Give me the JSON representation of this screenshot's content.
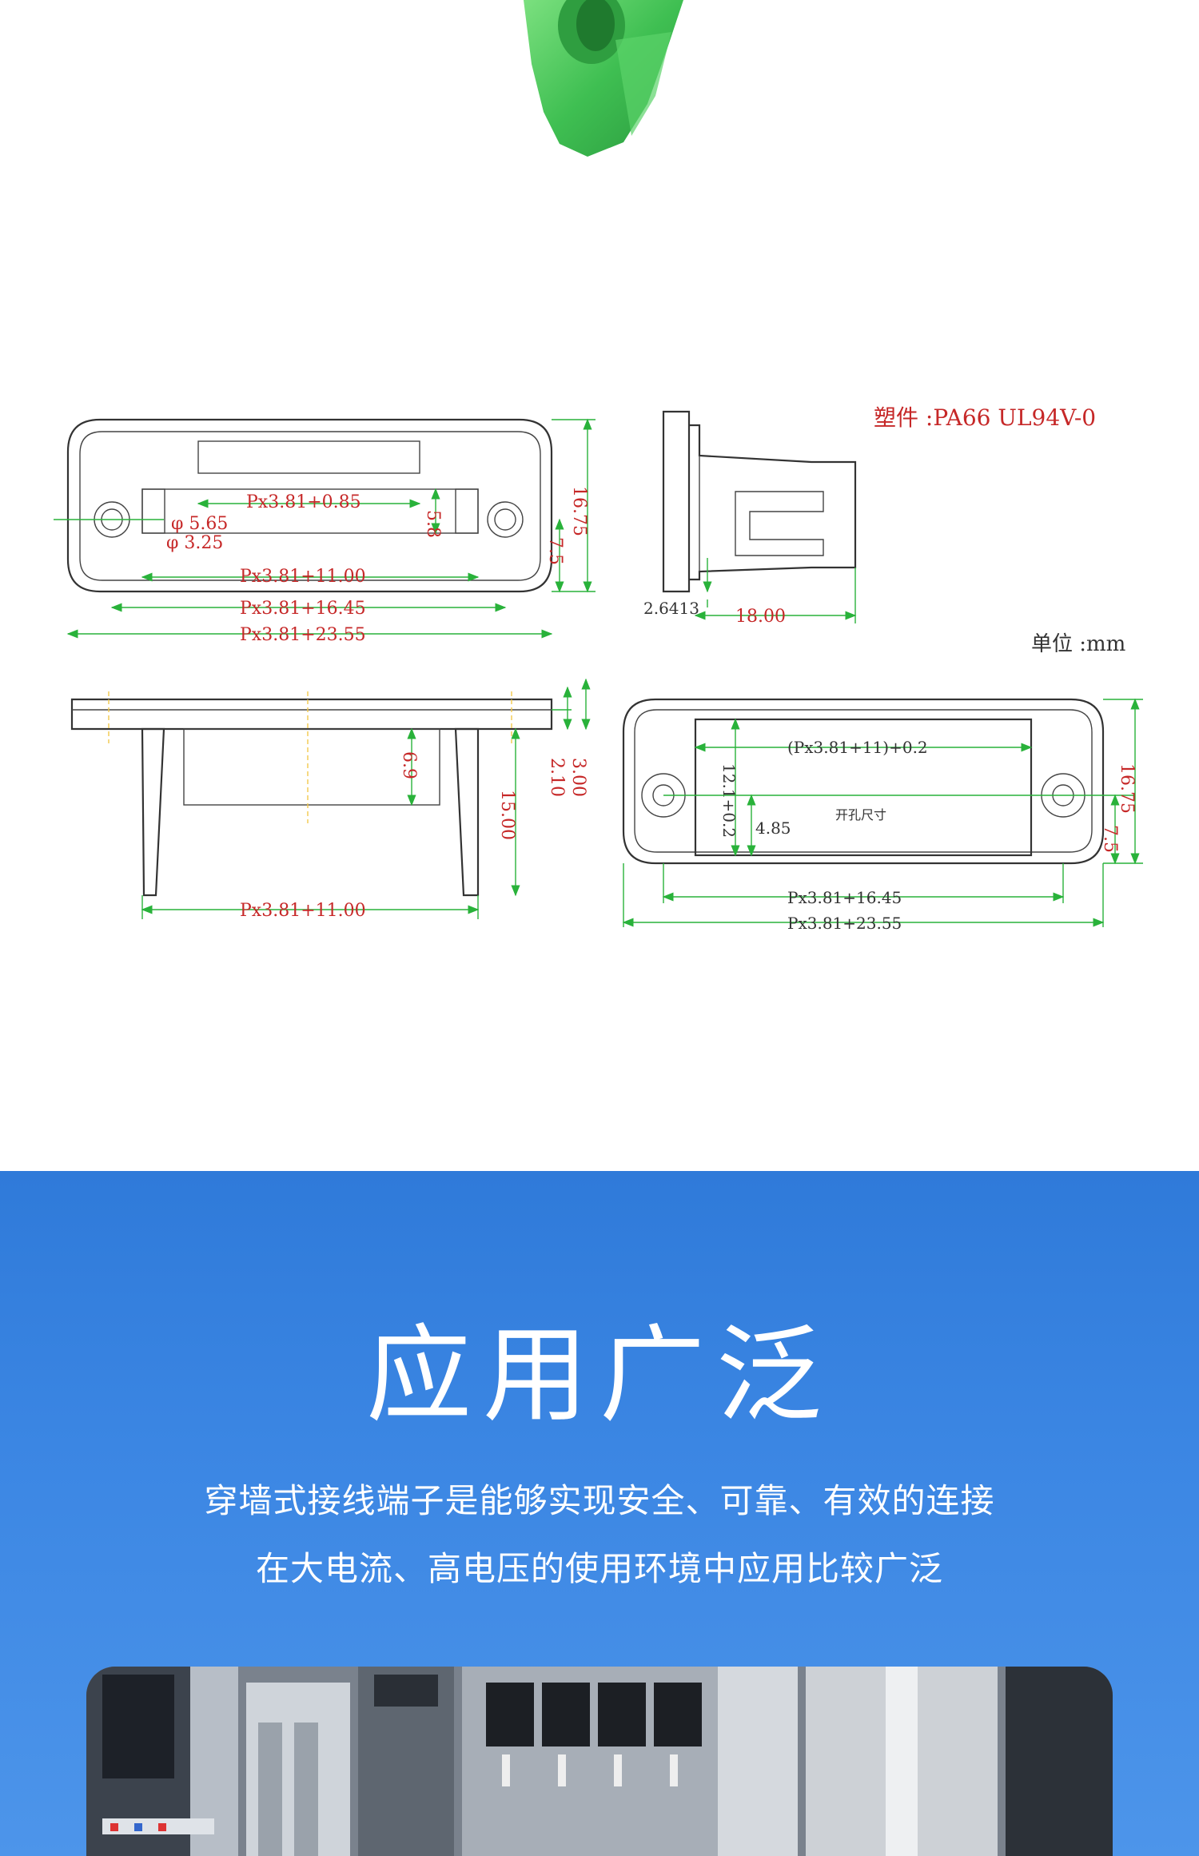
{
  "drawing": {
    "material": "塑件 :PA66   UL94V-0",
    "unit": "单位 :mm",
    "cutout_label": "开孔尺寸",
    "dims": {
      "top_inner": "Px3.81+0.85",
      "phi_outer": "φ 5.65",
      "phi_inner": "φ 3.25",
      "slot_height": "5.8",
      "total_height": "16.75",
      "half_height": "7.5",
      "width_11": "Px3.81+11.00",
      "width_1645": "Px3.81+16.45",
      "width_2355": "Px3.81+23.55",
      "side_step": "2.6413",
      "side_length": "18.00",
      "front_depth": "6.9",
      "front_leg": "15.00",
      "front_2_10": "2.10",
      "front_3_00": "3.00",
      "bottom_width_11": "Px3.81+11.00",
      "cut_width": "(Px3.81+11)+0.2",
      "cut_height": "12.1+0.2",
      "cut_half": "4.85",
      "cut_total_height": "16.75",
      "cut_half_height": "7.5",
      "cut_1645": "Px3.81+16.45",
      "cut_2355": "Px3.81+23.55"
    }
  },
  "application": {
    "title": "应用广泛",
    "line1": "穿墙式接线端子是能够实现安全、可靠、有效的连接",
    "line2": "在大电流、高电压的使用环境中应用比较广泛"
  },
  "colors": {
    "dimension_text": "#c62828",
    "dimension_line": "#29b23a",
    "section_blue": "#3b86e3",
    "connector_green": "#4cc760"
  }
}
